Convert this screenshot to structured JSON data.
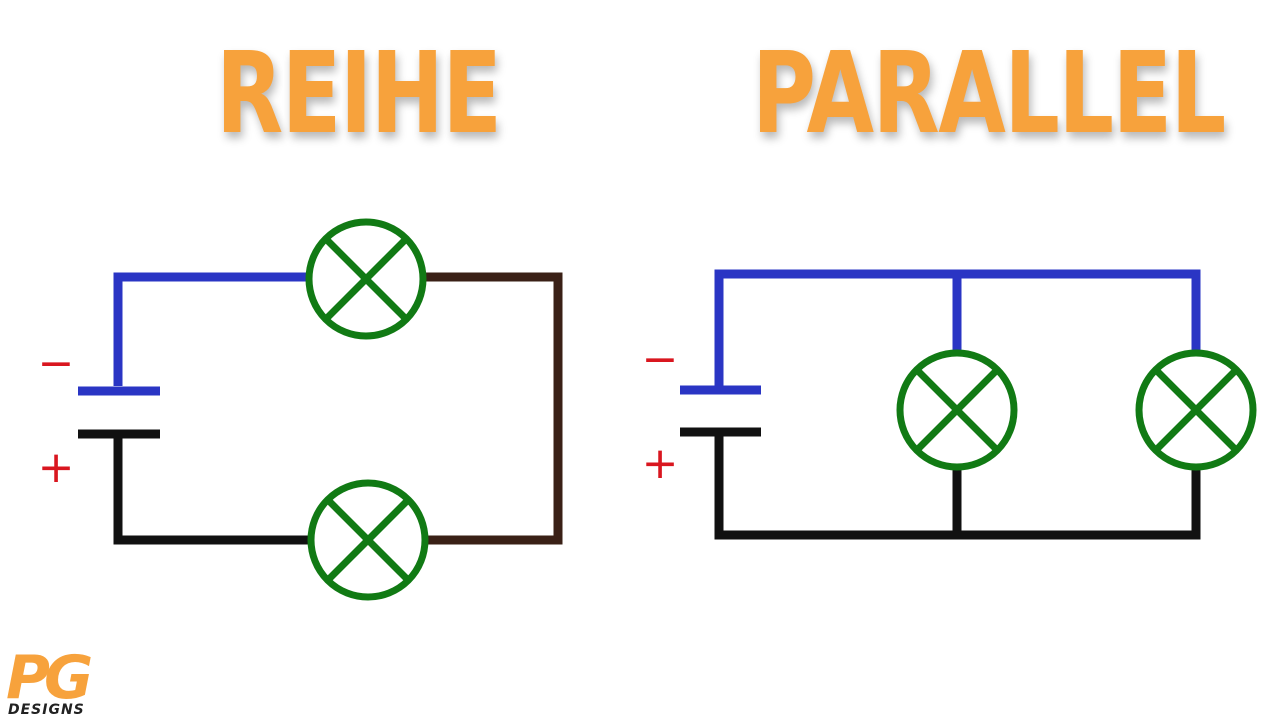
{
  "titles": {
    "series": "REIHE",
    "parallel": "PARALLEL"
  },
  "battery_signs": {
    "minus": "−",
    "plus": "+"
  },
  "logo": {
    "mark": "PG",
    "name": "DESIGNS"
  },
  "colors": {
    "title": "#f7a23c",
    "negative_wire": "#2a35c4",
    "positive_wire": "#111111",
    "series_return_wire": "#3a2016",
    "lamp": "#117a14",
    "sign": "#d9161f",
    "logo_orange": "#f7a23c",
    "logo_dark": "#222222"
  }
}
